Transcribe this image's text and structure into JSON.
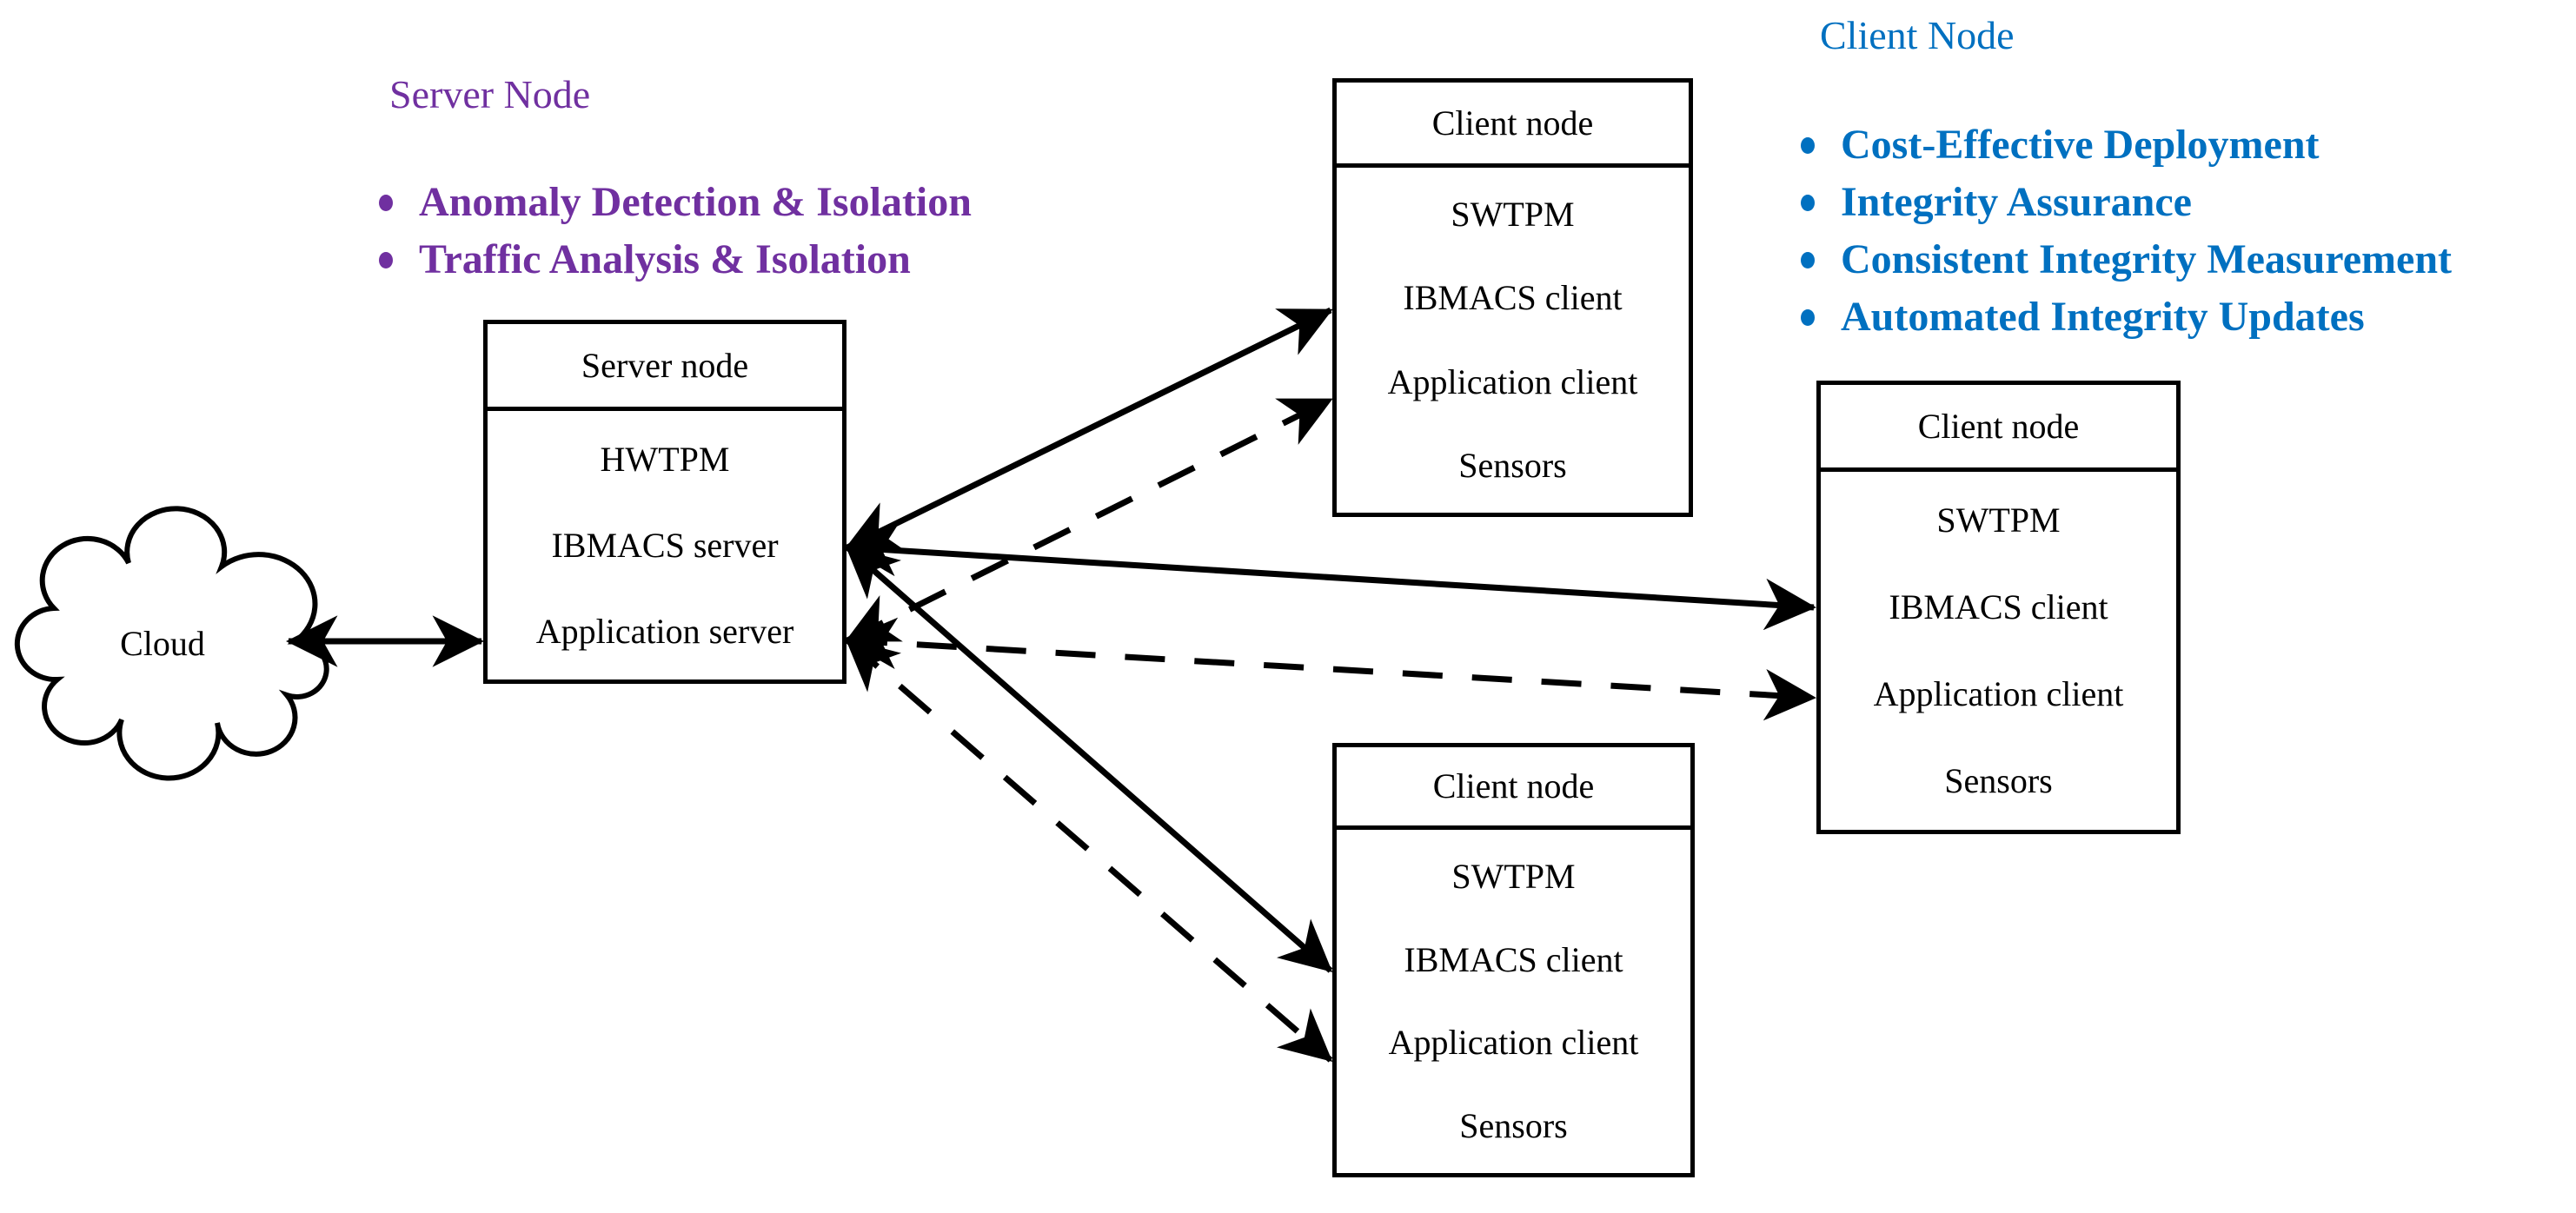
{
  "colors": {
    "purple": "#7030A0",
    "blue": "#0070C0",
    "ink": "#000000"
  },
  "server_annotation": {
    "title": "Server Node",
    "bullets": [
      "Anomaly Detection & Isolation",
      "Traffic Analysis & Isolation"
    ]
  },
  "client_annotation": {
    "title": "Client Node",
    "bullets": [
      "Cost-Effective Deployment",
      "Integrity Assurance",
      "Consistent Integrity Measurement",
      "Automated Integrity Updates"
    ]
  },
  "cloud": {
    "label": "Cloud"
  },
  "server_box": {
    "title": "Server node",
    "rows": [
      "HWTPM",
      "IBMACS server",
      "Application server"
    ]
  },
  "client_boxes": [
    {
      "position": "top",
      "title": "Client node",
      "rows": [
        "SWTPM",
        "IBMACS client",
        "Application client",
        "Sensors"
      ]
    },
    {
      "position": "right",
      "title": "Client node",
      "rows": [
        "SWTPM",
        "IBMACS client",
        "Application client",
        "Sensors"
      ]
    },
    {
      "position": "bottom",
      "title": "Client node",
      "rows": [
        "SWTPM",
        "IBMACS client",
        "Application client",
        "Sensors"
      ]
    }
  ],
  "connections": [
    {
      "from": "cloud",
      "to": "server-node-application-server",
      "style": "solid",
      "bidirectional": true
    },
    {
      "from": "server-node-ibmacs-server",
      "to": "client-top-ibmacs-client",
      "style": "solid",
      "bidirectional": true
    },
    {
      "from": "server-node-ibmacs-server",
      "to": "client-right-ibmacs-client",
      "style": "solid",
      "bidirectional": true
    },
    {
      "from": "server-node-ibmacs-server",
      "to": "client-bottom-ibmacs-client",
      "style": "solid",
      "bidirectional": true
    },
    {
      "from": "server-node-application-server",
      "to": "client-top-application-client",
      "style": "dashed",
      "bidirectional": true
    },
    {
      "from": "server-node-application-server",
      "to": "client-right-application-client",
      "style": "dashed",
      "bidirectional": true
    },
    {
      "from": "server-node-application-server",
      "to": "client-bottom-application-client",
      "style": "dashed",
      "bidirectional": true
    }
  ]
}
